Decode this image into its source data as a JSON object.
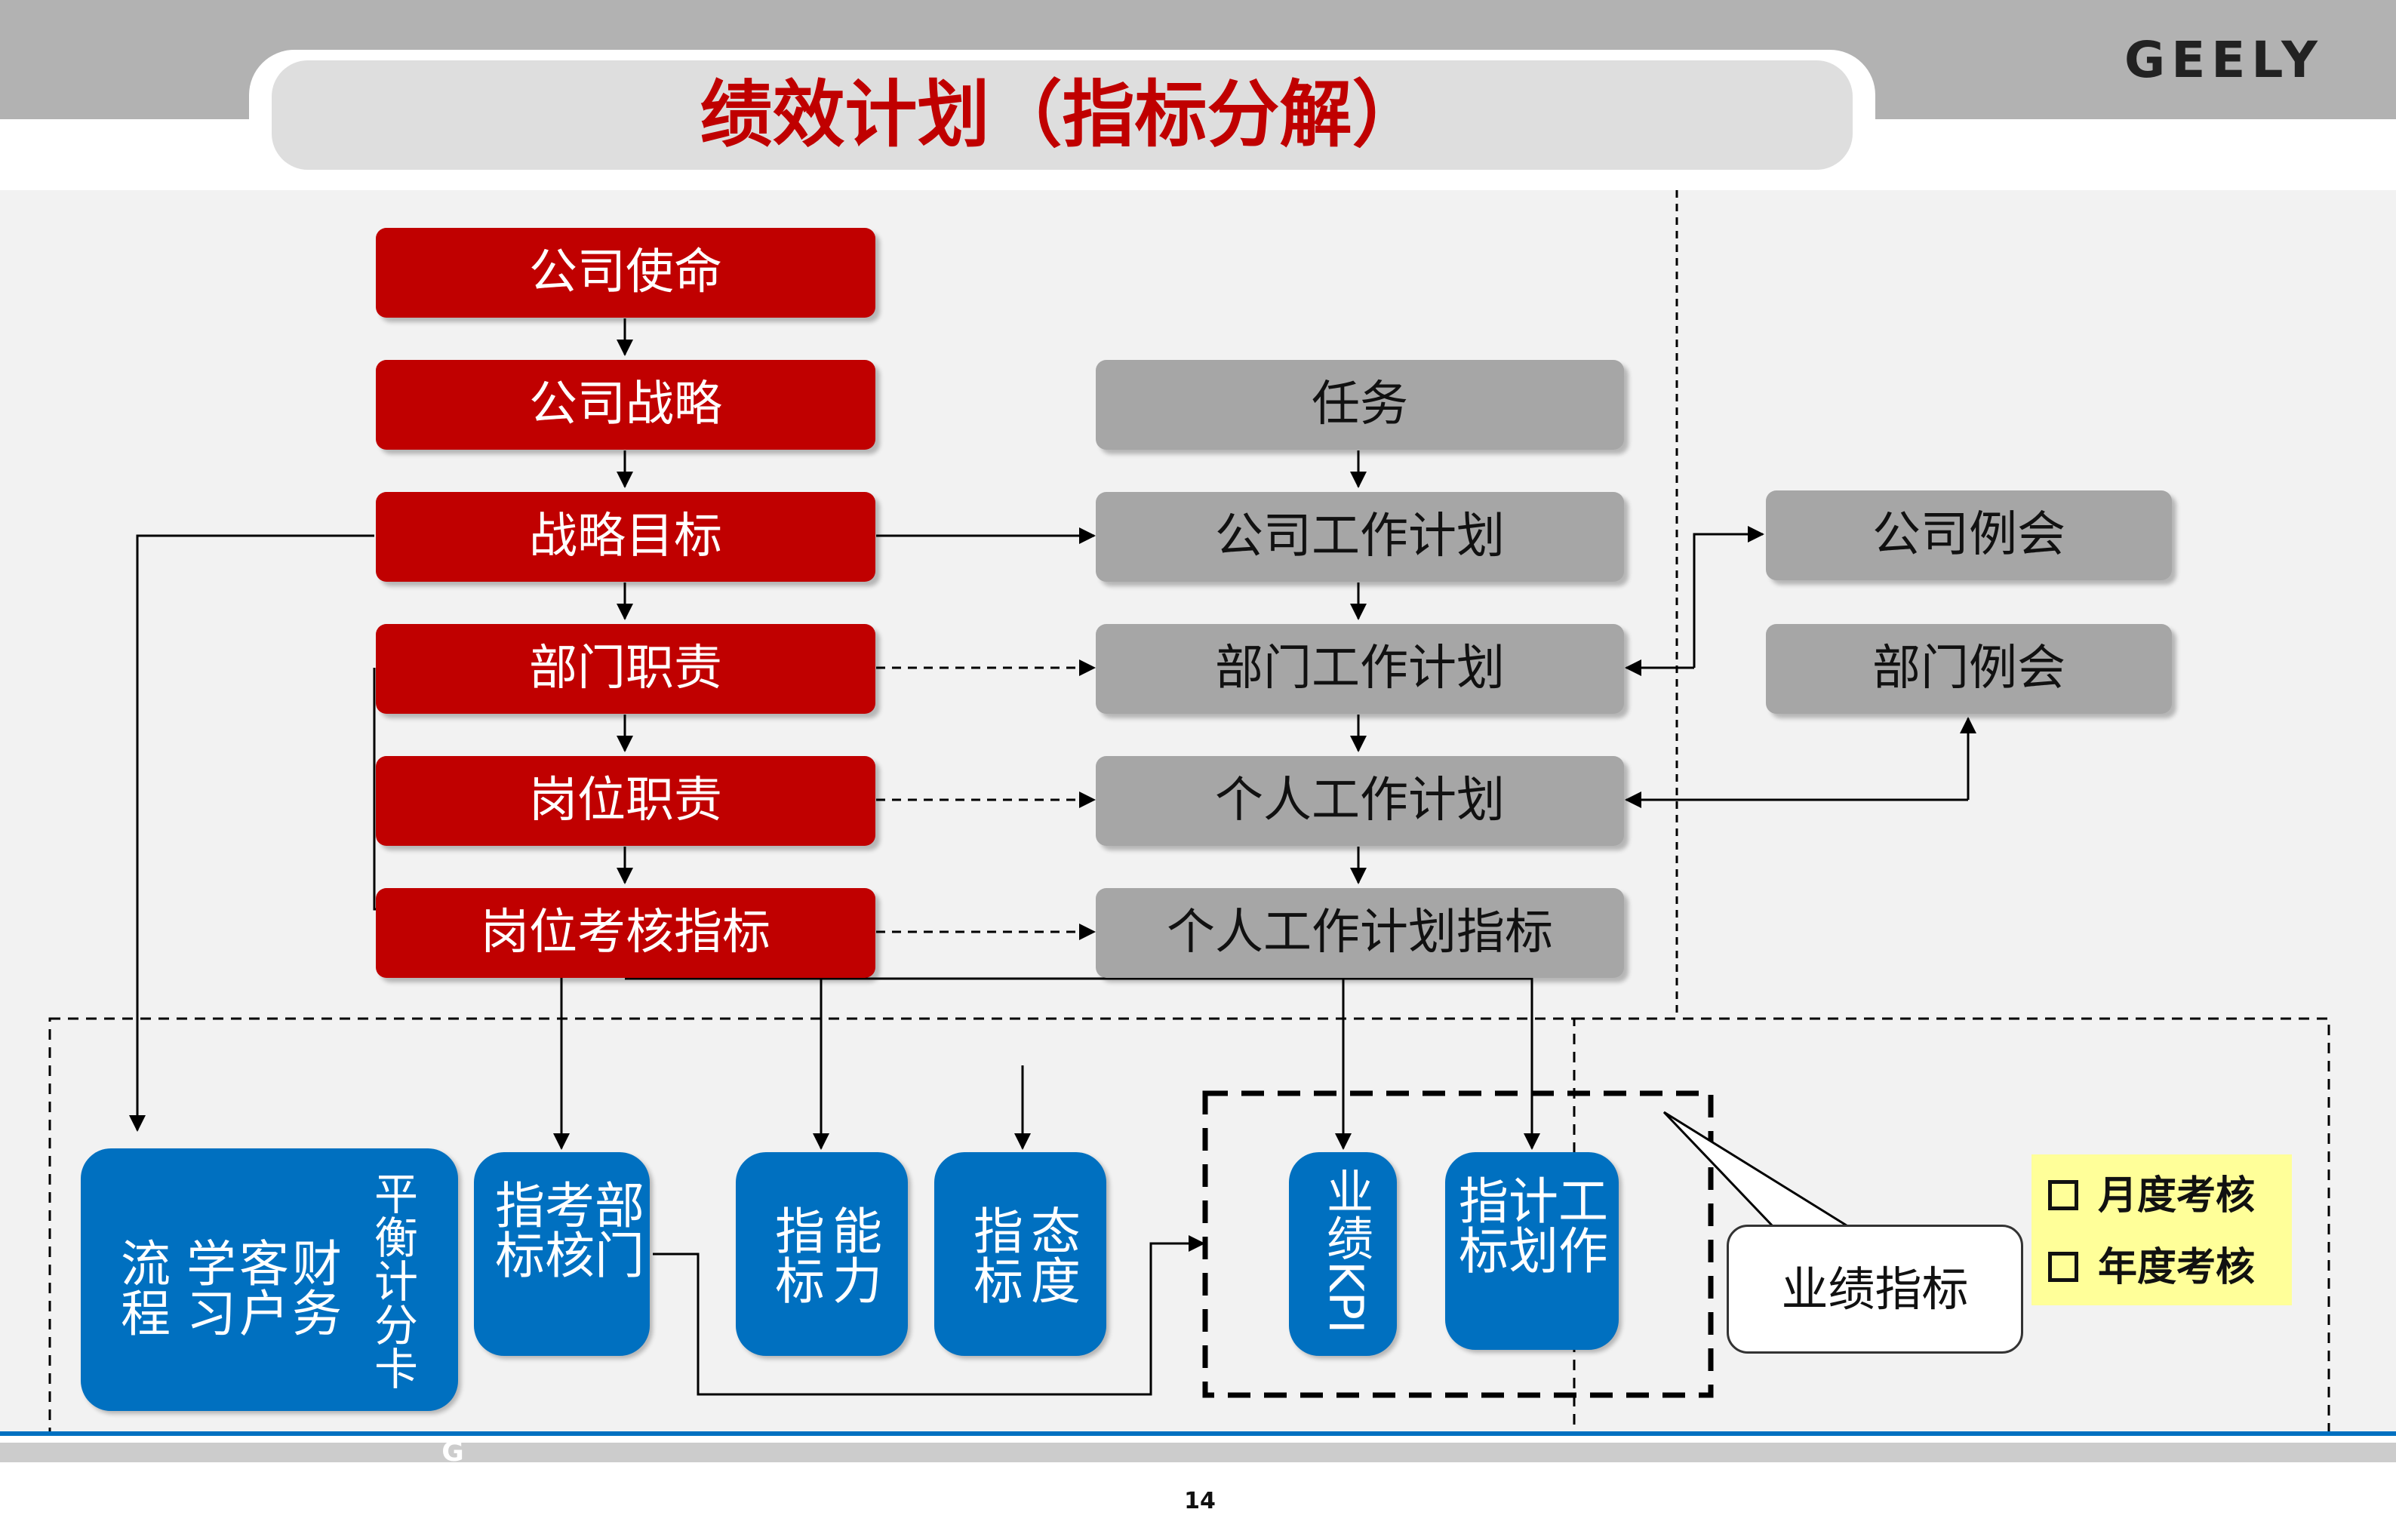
{
  "header": {
    "title": "绩效计划（指标分解）",
    "logo_text": "GEELY"
  },
  "left_chain": [
    {
      "id": "mission",
      "label": "公司使命"
    },
    {
      "id": "strategy",
      "label": "公司战略"
    },
    {
      "id": "objectives",
      "label": "战略目标"
    },
    {
      "id": "dept_duty",
      "label": "部门职责"
    },
    {
      "id": "post_duty",
      "label": "岗位职责"
    },
    {
      "id": "post_kpi",
      "label": "岗位考核指标"
    }
  ],
  "right_chain": [
    {
      "id": "task",
      "label": "任务"
    },
    {
      "id": "company_plan",
      "label": "公司工作计划"
    },
    {
      "id": "dept_plan",
      "label": "部门工作计划"
    },
    {
      "id": "personal_plan",
      "label": "个人工作计划"
    },
    {
      "id": "personal_plan_kpi",
      "label": "个人工作计划指标"
    }
  ],
  "meetings": [
    {
      "id": "company_meeting",
      "label": "公司例会"
    },
    {
      "id": "dept_meeting",
      "label": "部门例会"
    }
  ],
  "bottom": {
    "bsc": {
      "title_cols": [
        "平",
        "衡",
        "计",
        "分",
        "卡"
      ],
      "cols": [
        "财务",
        "客户",
        "学习",
        "流程"
      ]
    },
    "dept_kpi": {
      "cols": [
        "部门",
        "考核",
        "指标"
      ]
    },
    "ability_kpi": {
      "cols": [
        "能力",
        "指标"
      ]
    },
    "attitude_kpi": {
      "cols": [
        "态度",
        "指标"
      ]
    },
    "performance_kpi": {
      "cols": [
        "业绩KPI"
      ]
    },
    "work_plan_kpi": {
      "cols": [
        "工作",
        "计划",
        "指标"
      ]
    },
    "callout": "业绩指标"
  },
  "legend": {
    "items": [
      "月度考核",
      "年度考核"
    ]
  },
  "footer": {
    "page_number": "14",
    "icon": "G"
  }
}
